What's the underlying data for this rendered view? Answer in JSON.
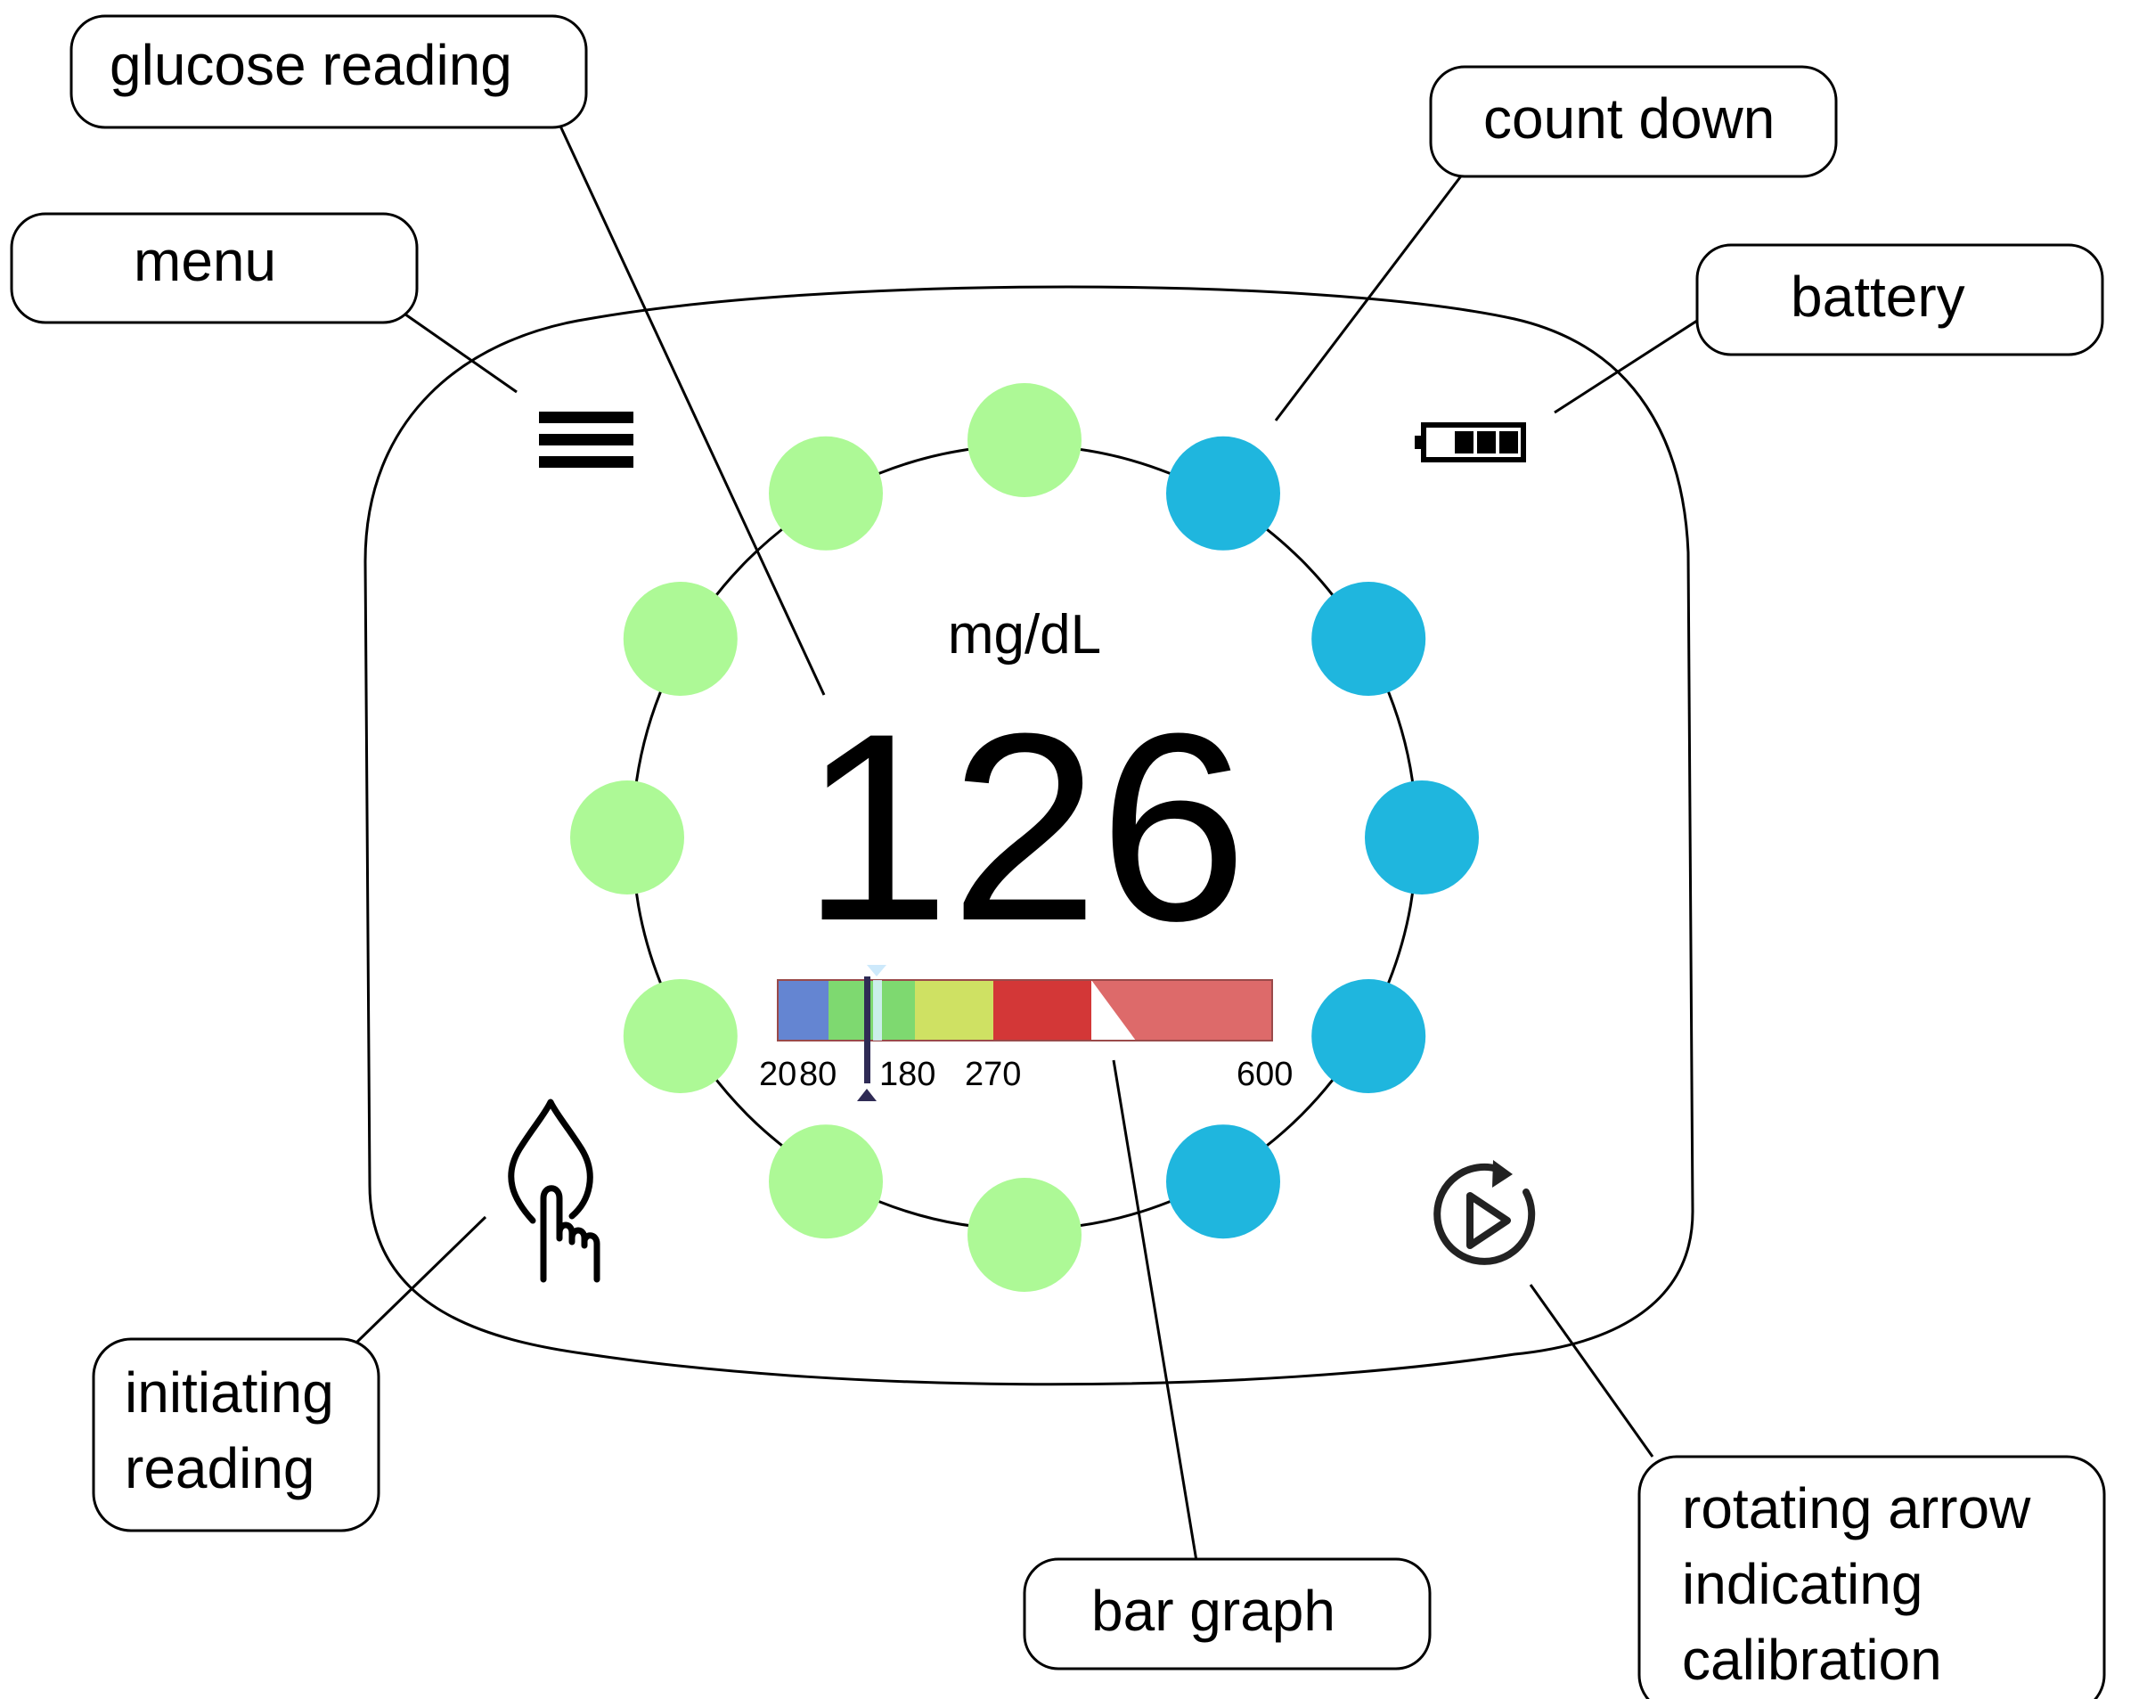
{
  "device": {
    "unit": "mg/dL",
    "reading": "126",
    "countdown_colors": {
      "elapsed": "#adf996",
      "remaining": "#1fb6de"
    },
    "countdown_dots": [
      {
        "state": "elapsed"
      },
      {
        "state": "remaining"
      },
      {
        "state": "remaining"
      },
      {
        "state": "remaining"
      },
      {
        "state": "remaining"
      },
      {
        "state": "remaining"
      },
      {
        "state": "elapsed"
      },
      {
        "state": "elapsed"
      },
      {
        "state": "elapsed"
      },
      {
        "state": "elapsed"
      },
      {
        "state": "elapsed"
      },
      {
        "state": "elapsed"
      }
    ],
    "bar_graph": {
      "segments": [
        {
          "color": "#6485d2"
        },
        {
          "color": "#7ed970"
        },
        {
          "color": "#cfe163"
        },
        {
          "color": "#d33737"
        },
        {
          "color": "#dd6a6a"
        }
      ],
      "tick_labels": [
        "20",
        "80",
        "180",
        "270",
        "600"
      ]
    },
    "icons": {
      "menu": "hamburger-menu-icon",
      "battery": "battery-icon",
      "initiate": "drop-with-pointing-finger-icon",
      "calibration": "rotating-arrow-play-icon"
    }
  },
  "callouts": {
    "glucose_reading": "glucose reading",
    "menu": "menu",
    "count_down": "count down",
    "battery": "battery",
    "initiating_line1": "initiating",
    "initiating_line2": "reading",
    "bar_graph": "bar graph",
    "rotating_line1": "rotating arrow",
    "rotating_line2": "indicating",
    "rotating_line3": "calibration"
  }
}
